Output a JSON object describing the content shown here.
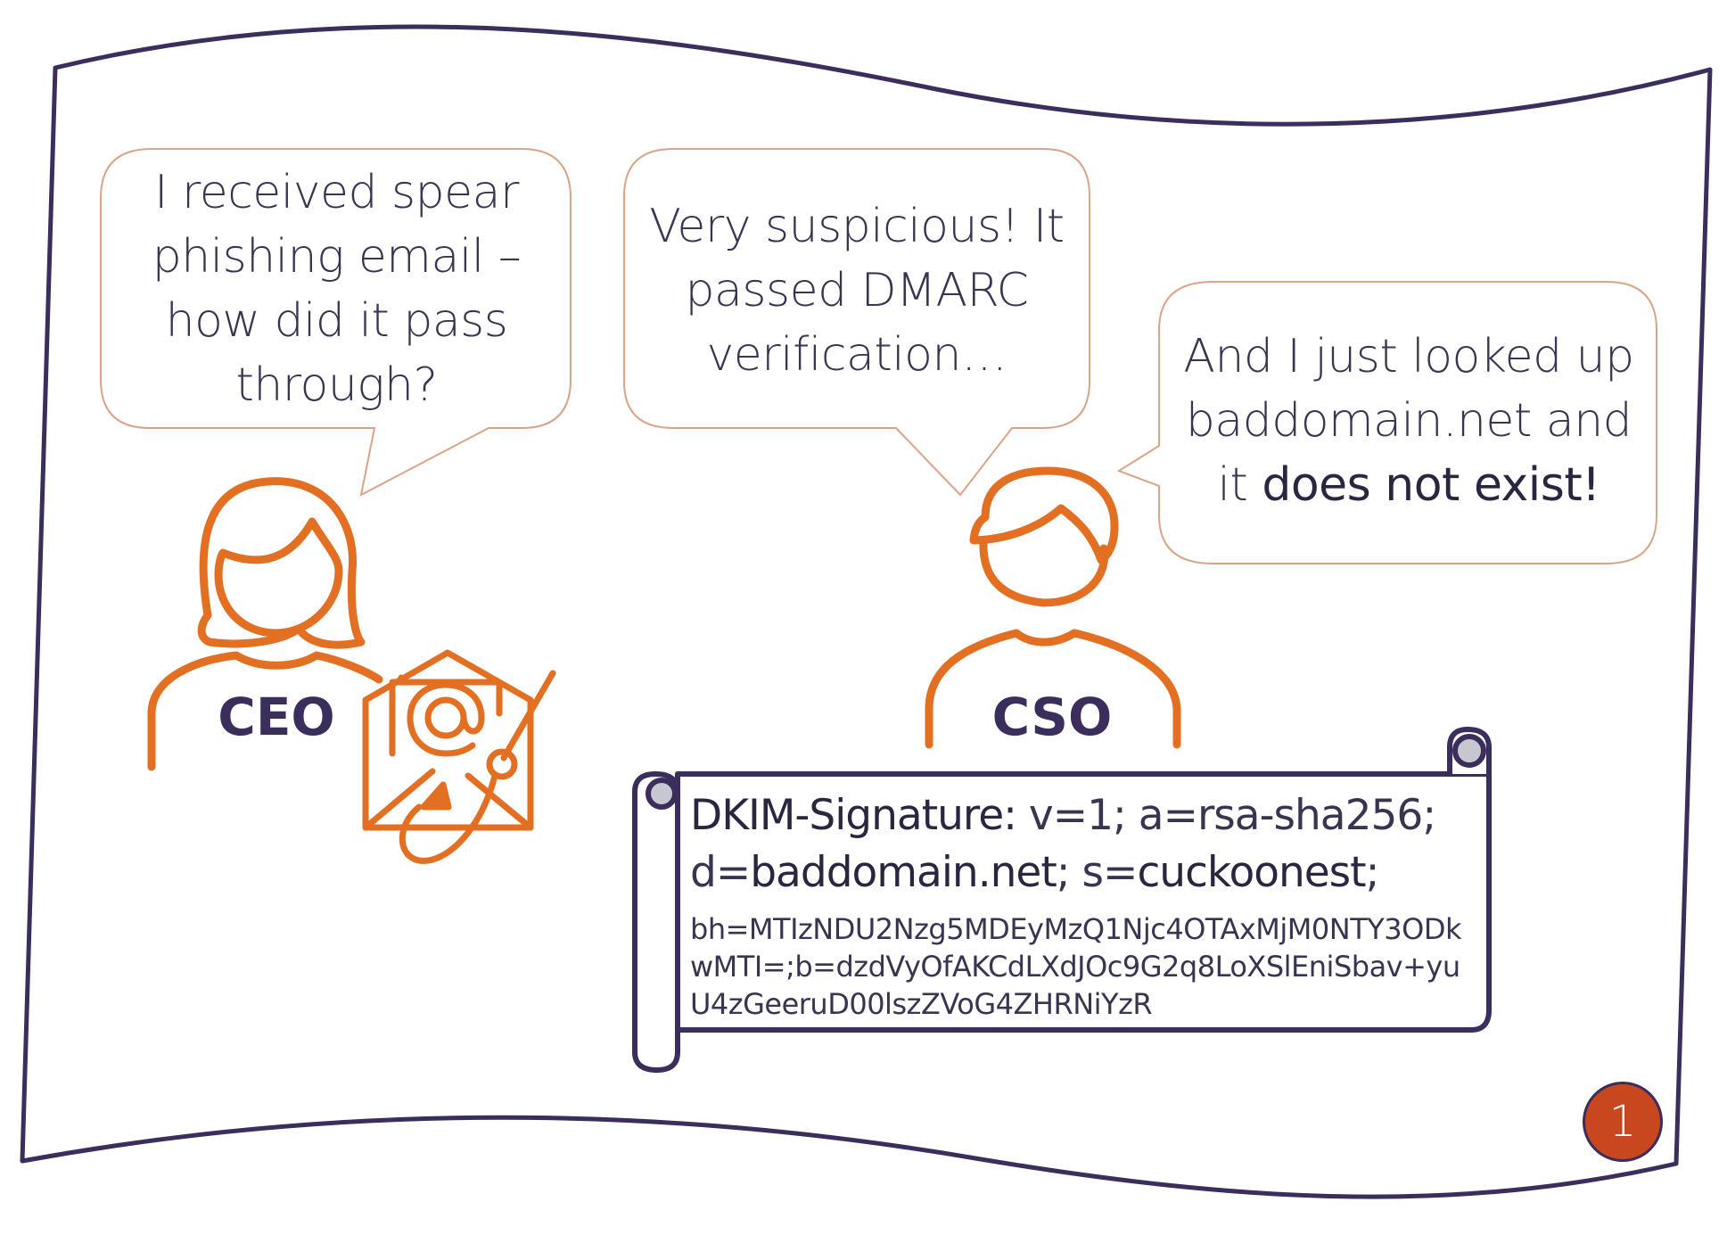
{
  "colors": {
    "frame": "#3b2d5c",
    "accent": "#e36f22",
    "bubble_stroke": "#d9a487",
    "text": "#3a3450",
    "badge": "#c9471f"
  },
  "bubbles": {
    "ceo": {
      "lines": [
        "I received spear",
        "phishing email –",
        "how did it pass",
        "through?"
      ]
    },
    "cso1": {
      "lines": [
        "Very suspicious! It",
        "passed DMARC",
        "verification…"
      ]
    },
    "cso2": {
      "line1": "And I just looked up",
      "line2": "baddomain.net and",
      "line3_prefix": "it ",
      "line3_strong": "does not exist!"
    }
  },
  "roles": {
    "ceo": "CEO",
    "cso": "CSO"
  },
  "icons": {
    "ceo_person": "woman-person-icon",
    "cso_person": "man-person-icon",
    "phishing": "phishing-email-hook-icon",
    "scroll": "scroll-icon"
  },
  "dkim": {
    "key": "DKIM-Signature:",
    "line1_rest": " v=1; a=rsa-sha256;",
    "d_key": "d=",
    "d_val": "baddomain.net",
    "s_key": "; s=",
    "s_val": "cuckoonest",
    "line2_end": ";",
    "hash": "bh=MTIzNDU2Nzg5MDEyMzQ1Njc4OTAxMjM0NTY3ODkwMTI=;b=dzdVyOfAKCdLXdJOc9G2q8LoXSlEniSbav+yuU4zGeeruD00lszZVoG4ZHRNiYzR"
  },
  "page_number": "1"
}
